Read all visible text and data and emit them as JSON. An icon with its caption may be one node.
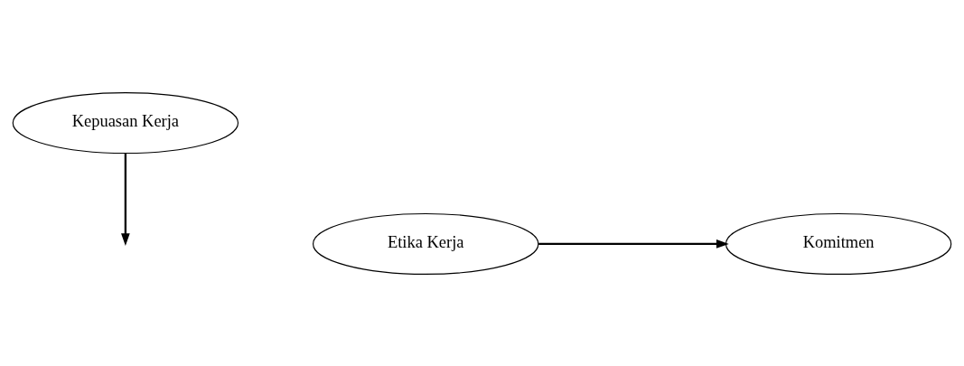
{
  "diagram": {
    "nodes": [
      {
        "text": [
          "Kepuasan Kerja"
        ]
      },
      {
        "text": [
          "Etika Kerja"
        ]
      },
      {
        "text": [
          "Komitmen"
        ]
      }
    ],
    "edges": [
      {
        "from": 0,
        "to": null,
        "arrow": "to"
      },
      {
        "from": 1,
        "to": 2,
        "arrow": "to"
      }
    ]
  }
}
